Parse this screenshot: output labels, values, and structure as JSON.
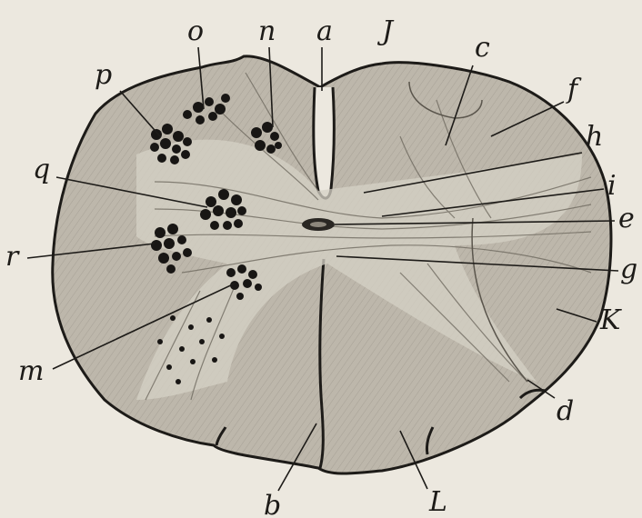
{
  "figure": {
    "labels": {
      "a": "a",
      "b": "b",
      "c": "c",
      "d": "d",
      "e": "e",
      "f": "f",
      "g": "g",
      "h": "h",
      "i": "i",
      "j": "J",
      "k": "K",
      "l": "L",
      "m": "m",
      "n": "n",
      "o": "o",
      "p": "p",
      "q": "q",
      "r": "r"
    },
    "colors": {
      "paper": "#ece8df",
      "section_fill": "#bdb7ab",
      "outline": "#1d1b18",
      "nuclei": "#181614"
    }
  }
}
